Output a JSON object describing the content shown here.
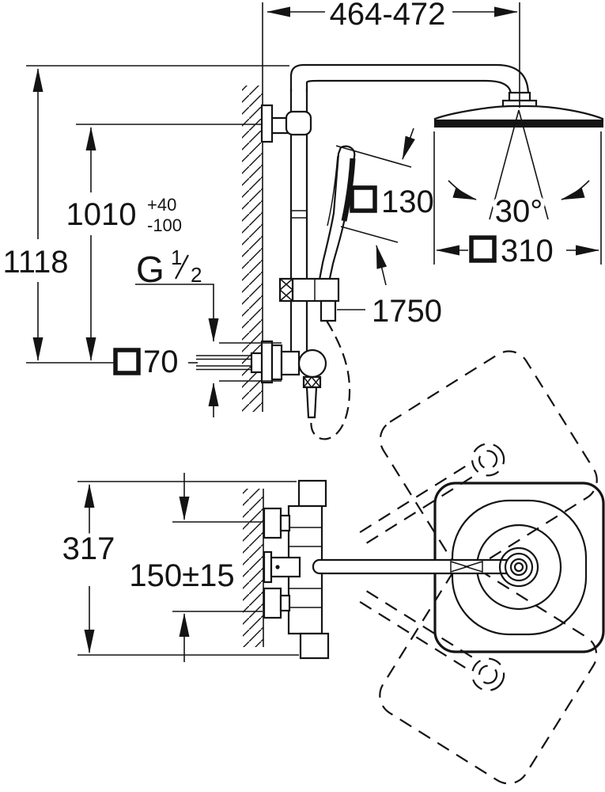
{
  "drawing": {
    "type": "technical-dimension-diagram",
    "subject": "wall-mounted shower system with square head shower, hand shower and thermostat — front view and plan view",
    "colors": {
      "line": "#141414",
      "background": "#ffffff"
    },
    "dimensions": {
      "top_width": "464-472",
      "total_height": "1118",
      "outlet_height": "1010",
      "outlet_height_tol_plus": "+40",
      "outlet_height_tol_minus": "-100",
      "thread_letter": "G",
      "thread_numerator": "1",
      "thread_denominator": "2",
      "wall_union_square": "70",
      "handshower_square": "130",
      "headshower_square": "310",
      "swivel_angle": "30°",
      "hose_length": "1750",
      "plan_overall": "317",
      "supply_spacing": "150±15"
    },
    "icons": {
      "square_symbol": "square-section dimension symbol (□)"
    }
  }
}
